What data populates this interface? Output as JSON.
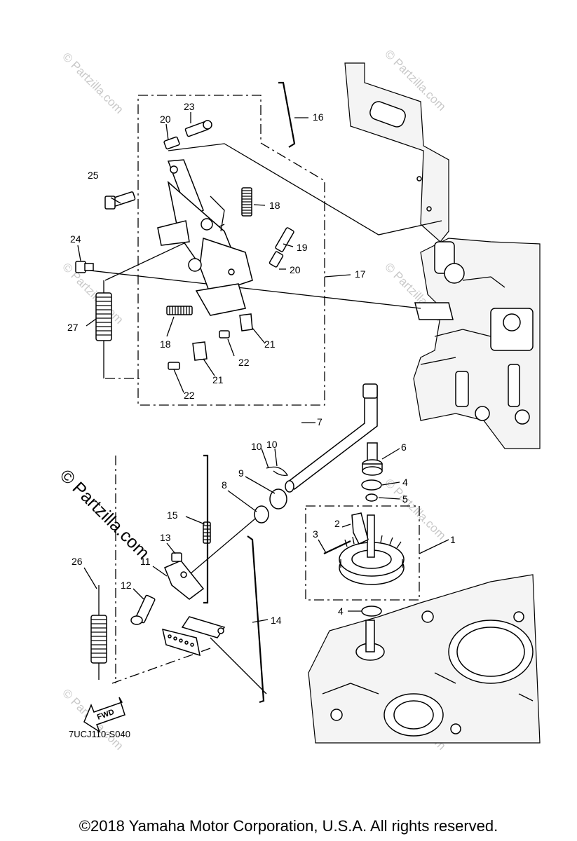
{
  "diagram": {
    "code": "7UCJ110-S040",
    "fwd_label": "FWD",
    "watermark": "© Partzilla.com",
    "callouts": {
      "c1": "1",
      "c2": "2",
      "c3": "3",
      "c4a": "4",
      "c4b": "4",
      "c5": "5",
      "c6": "6",
      "c7": "7",
      "c8": "8",
      "c9": "9",
      "c10a": "10",
      "c10b": "10",
      "c11": "11",
      "c12": "12",
      "c13": "13",
      "c14": "14",
      "c15": "15",
      "c16": "16",
      "c17": "17",
      "c18a": "18",
      "c18b": "18",
      "c19": "19",
      "c20a": "20",
      "c20b": "20",
      "c21a": "21",
      "c21b": "21",
      "c22a": "22",
      "c22b": "22",
      "c23": "23",
      "c24": "24",
      "c25": "25",
      "c26": "26",
      "c27": "27"
    }
  },
  "footer": {
    "copyright": "©2018  Yamaha Motor Corporation, U.S.A. All rights reserved."
  }
}
